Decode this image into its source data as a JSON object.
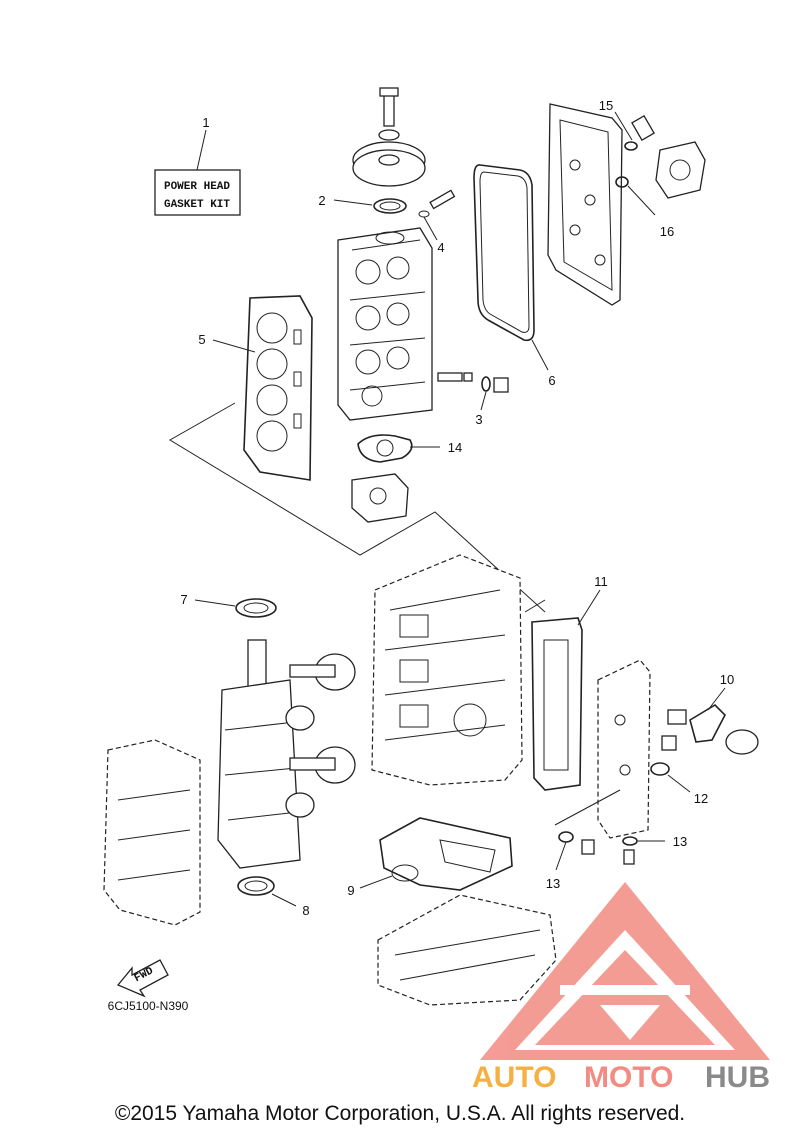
{
  "callouts": {
    "c1": "1",
    "c2": "2",
    "c3": "3",
    "c4": "4",
    "c5": "5",
    "c6": "6",
    "c7": "7",
    "c8": "8",
    "c9": "9",
    "c10": "10",
    "c11": "11",
    "c12": "12",
    "c13a": "13",
    "c13b": "13",
    "c14": "14",
    "c15": "15",
    "c16": "16"
  },
  "kit_label": {
    "line1": "POWER HEAD",
    "line2": "GASKET KIT"
  },
  "fwd_label": "FWD",
  "diagram_code": "6CJ5100-N390",
  "watermark": {
    "part1": "AUTO",
    "part2": "MOTO",
    "part3": "HUB"
  },
  "copyright": "©2015 Yamaha Motor Corporation, U.S.A. All rights reserved.",
  "colors": {
    "line": "#222222",
    "watermark_red": "#f28b82",
    "watermark_orange": "#f5b042",
    "watermark_gray": "#8a8a8a"
  }
}
